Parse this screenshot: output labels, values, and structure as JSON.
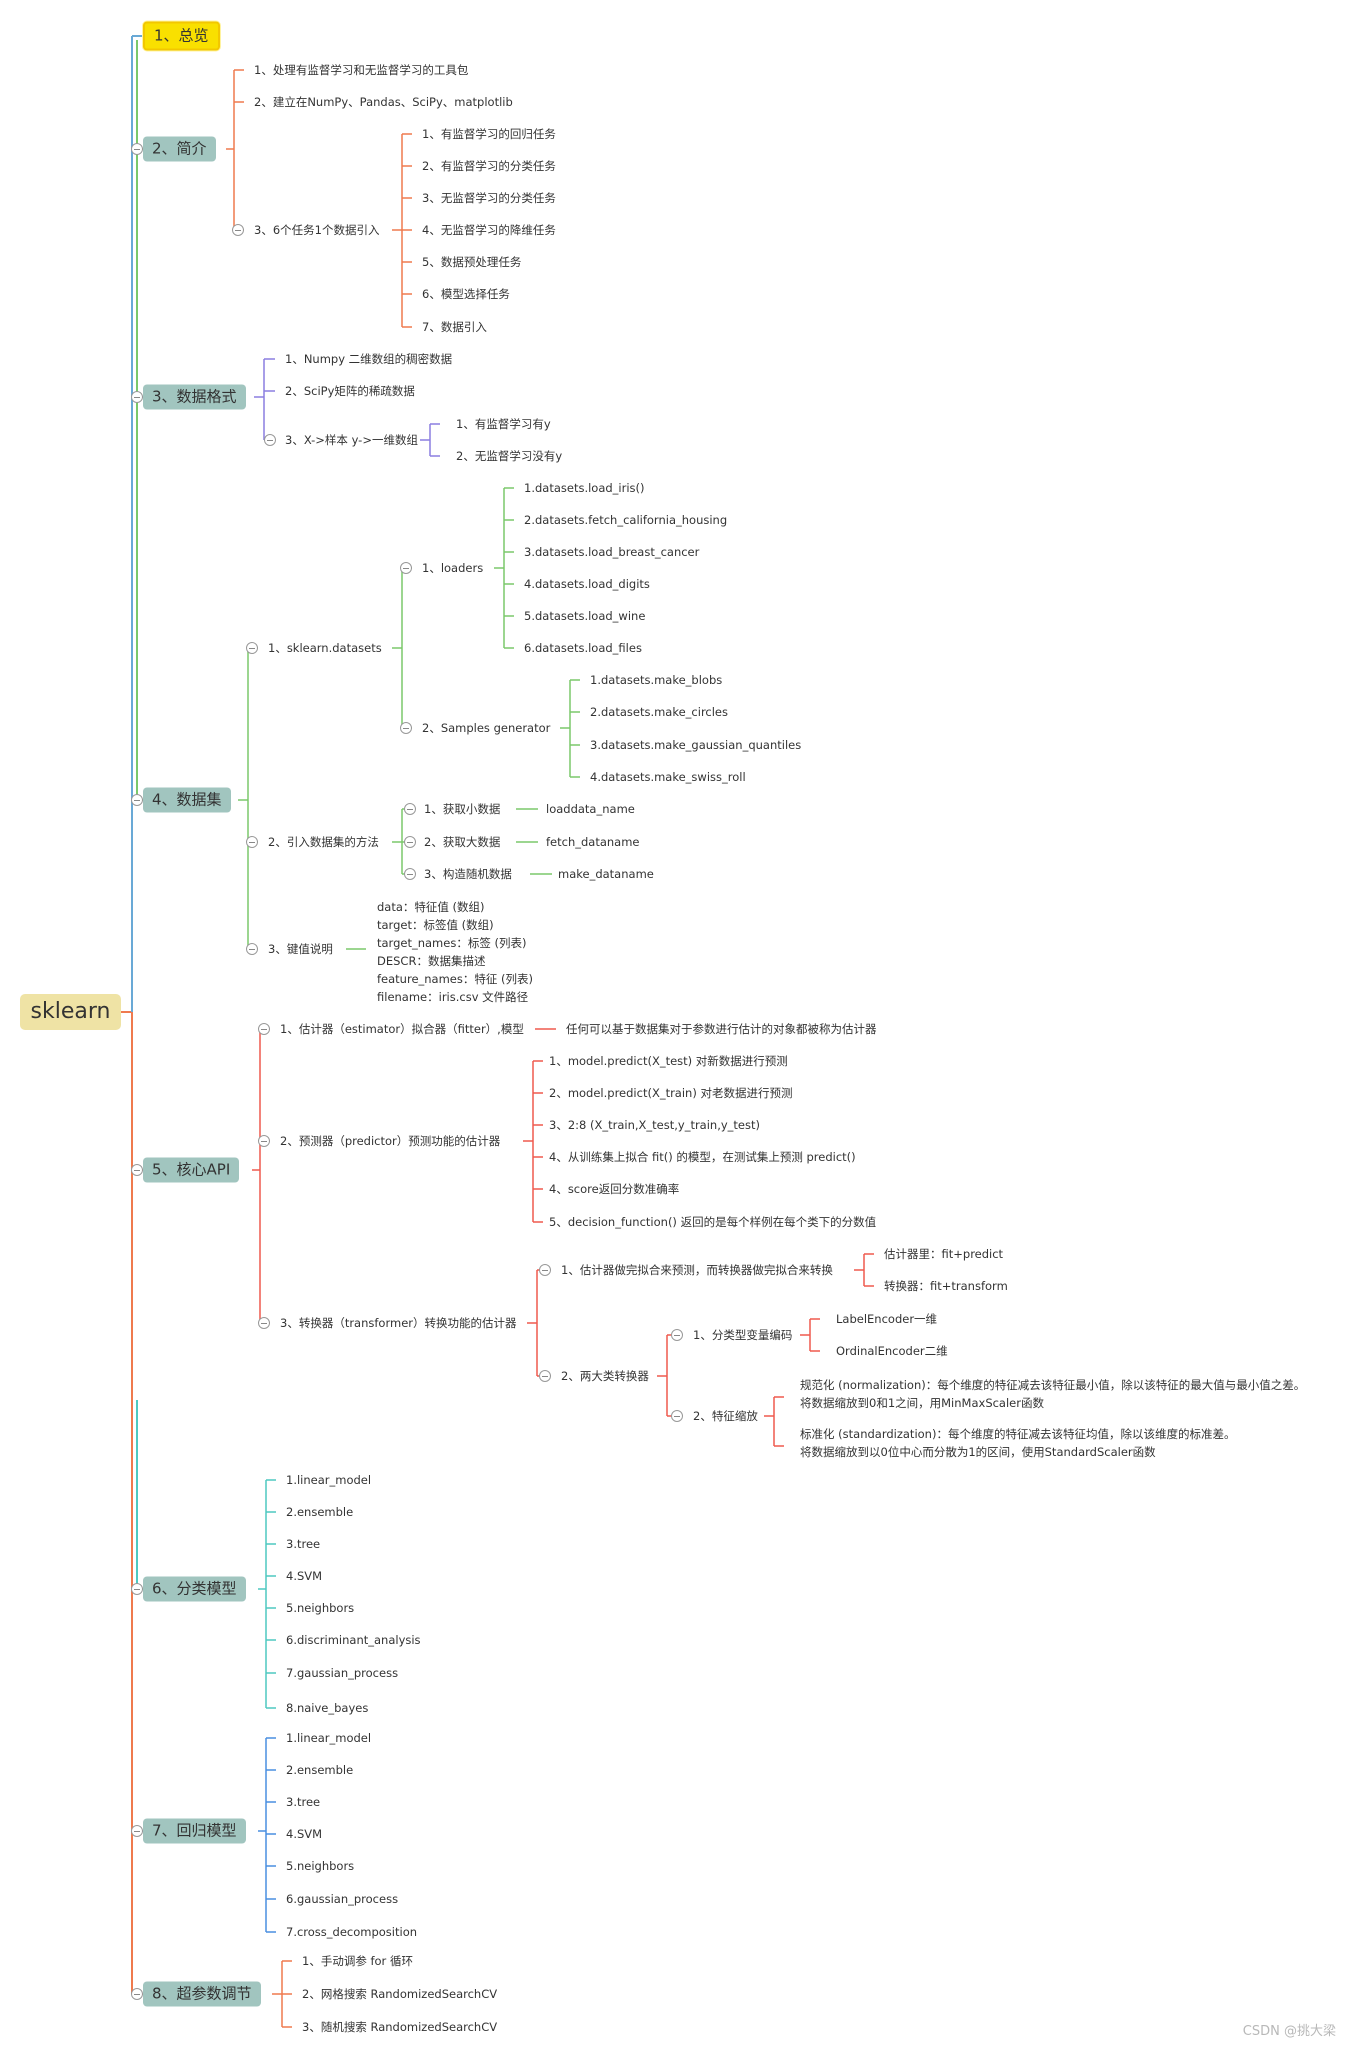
{
  "root": "sklearn",
  "watermark": "CSDN @挑大梁",
  "colors": {
    "overview": "#69a9d6",
    "intro": "#ef7a4e",
    "format": "#8c7fe0",
    "datasets": "#7bc86b",
    "api": "#ef5a4e",
    "clf": "#4fc9c0",
    "reg": "#4a8fe0",
    "hyper": "#ef7a4e"
  },
  "overview": {
    "title": "1、总览"
  },
  "intro": {
    "title": "2、简介",
    "items": [
      "1、处理有监督学习和无监督学习的工具包",
      "2、建立在NumPy、Pandas、SciPy、matplotlib",
      "3、6个任务1个数据引入"
    ],
    "tasks": [
      "1、有监督学习的回归任务",
      "2、有监督学习的分类任务",
      "3、无监督学习的分类任务",
      "4、无监督学习的降维任务",
      "5、数据预处理任务",
      "6、模型选择任务",
      "7、数据引入"
    ]
  },
  "format": {
    "title": "3、数据格式",
    "items": [
      "1、Numpy 二维数组的稠密数据",
      "2、SciPy矩阵的稀疏数据",
      "3、X->样本 y->一维数组"
    ],
    "sub": [
      "1、有监督学习有y",
      "2、无监督学习没有y"
    ]
  },
  "datasets": {
    "title": "4、数据集",
    "skd": "1、sklearn.datasets",
    "loaders": "1、loaders",
    "loader_items": [
      "1.datasets.load_iris()",
      "2.datasets.fetch_california_housing",
      "3.datasets.load_breast_cancer",
      "4.datasets.load_digits",
      "5.datasets.load_wine",
      "6.datasets.load_files"
    ],
    "generator": "2、Samples generator",
    "gen_items": [
      "1.datasets.make_blobs",
      "2.datasets.make_circles",
      "3.datasets.make_gaussian_quantiles",
      "4.datasets.make_swiss_roll"
    ],
    "methods": "2、引入数据集的方法",
    "method_items": [
      "1、获取小数据",
      "2、获取大数据",
      "3、构造随机数据"
    ],
    "method_vals": [
      "loaddata_name",
      "fetch_dataname",
      "make_dataname"
    ],
    "keys": "3、键值说明",
    "key_items": [
      "data：特征值 (数组)",
      "target：标签值 (数组)",
      "target_names：标签 (列表)",
      "DESCR：数据集描述",
      "feature_names：特征 (列表)",
      "filename：iris.csv 文件路径"
    ]
  },
  "api": {
    "title": "5、核心API",
    "estimator": "1、估计器（estimator）拟合器（fitter）,模型",
    "estimator_desc": "任何可以基于数据集对于参数进行估计的对象都被称为估计器",
    "predictor": "2、预测器（predictor）预测功能的估计器",
    "pred_items": [
      "1、model.predict(X_test) 对新数据进行预测",
      "2、model.predict(X_train) 对老数据进行预测",
      "3、2:8 (X_train,X_test,y_train,y_test)",
      "4、从训练集上拟合 fit() 的模型，在测试集上预测 predict()",
      "4、score返回分数准确率",
      "5、decision_function() 返回的是每个样例在每个类下的分数值"
    ],
    "transformer": "3、转换器（transformer）转换功能的估计器",
    "t1": "1、估计器做完拟合来预测，而转换器做完拟合来转换",
    "t1_items": [
      "估计器里：fit+predict",
      "转换器：fit+transform"
    ],
    "t2": "2、两大类转换器",
    "cat": "1、分类型变量编码",
    "cat_items": [
      "LabelEncoder一维",
      "OrdinalEncoder二维"
    ],
    "scale": "2、特征缩放",
    "norm1": "规范化 (normalization)：每个维度的特征减去该特征最小值，除以该特征的最大值与最小值之差。",
    "norm2": "将数据缩放到0和1之间，用MinMaxScaler函数",
    "std1": "标准化 (standardization)：每个维度的特征减去该特征均值，除以该维度的标准差。",
    "std2": "将数据缩放到以0位中心而分散为1的区间，使用StandardScaler函数"
  },
  "clf": {
    "title": "6、分类模型",
    "items": [
      "1.linear_model",
      "2.ensemble",
      "3.tree",
      "4.SVM",
      "5.neighbors",
      "6.discriminant_analysis",
      "7.gaussian_process",
      "8.naive_bayes"
    ]
  },
  "reg": {
    "title": "7、回归模型",
    "items": [
      "1.linear_model",
      "2.ensemble",
      "3.tree",
      "4.SVM",
      "5.neighbors",
      "6.gaussian_process",
      "7.cross_decomposition"
    ]
  },
  "hyper": {
    "title": "8、超参数调节",
    "items": [
      "1、手动调参 for 循环",
      "2、网格搜索 RandomizedSearchCV",
      "3、随机搜索 RandomizedSearchCV"
    ]
  }
}
